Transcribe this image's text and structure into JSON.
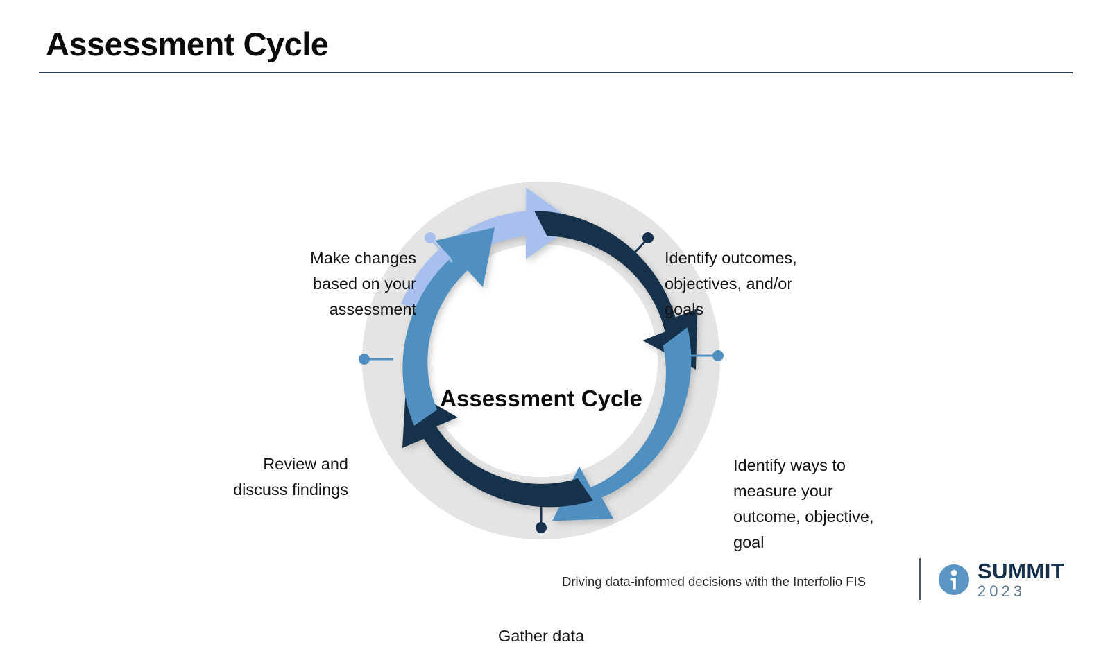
{
  "header": {
    "title": "Assessment Cycle"
  },
  "diagram": {
    "center_label": "Assessment\nCycle",
    "steps": [
      {
        "id": "identify-outcomes",
        "label": "Identify outcomes,\nobjectives, and/or\ngoals",
        "color": "#17304b",
        "position": "top-right"
      },
      {
        "id": "identify-ways",
        "label": "Identify ways to\nmeasure your\noutcome, objective,\ngoal",
        "color": "#5090c0",
        "position": "right"
      },
      {
        "id": "gather-data",
        "label": "Gather data",
        "color": "#17304b",
        "position": "bottom"
      },
      {
        "id": "review-discuss",
        "label": "Review and\ndiscuss findings",
        "color": "#5090c0",
        "position": "left"
      },
      {
        "id": "make-changes",
        "label": "Make changes\nbased on your\nassessment",
        "color": "#a8c0ee",
        "position": "top-left"
      }
    ],
    "ring_color": "#e4e4e4",
    "center_fill": "#ffffff"
  },
  "footer": {
    "tagline": "Driving data-informed decisions with the Interfolio FIS",
    "logo": {
      "icon": "info-circle-icon",
      "word": "SUMMIT",
      "year": "2023",
      "icon_color": "#5b95c4",
      "word_color": "#16304b",
      "year_color": "#5a7490"
    }
  },
  "colors": {
    "navy": "#17304b",
    "blue": "#5090c0",
    "periwinkle": "#a8c0ee",
    "rule": "#2b3c56"
  }
}
